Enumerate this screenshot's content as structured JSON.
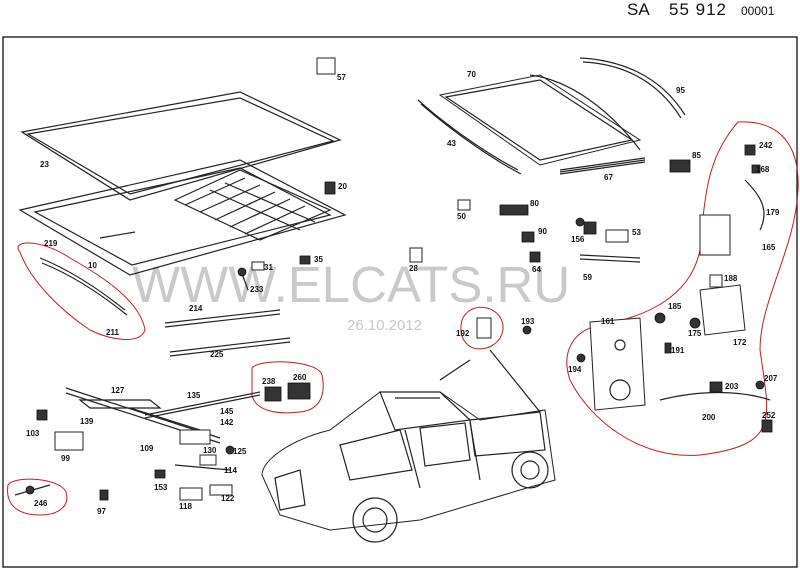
{
  "header": {
    "prefix": "SA",
    "number": "55 912",
    "sheet": "00001"
  },
  "watermark": {
    "site": "WWW.ELCATS.RU",
    "date": "26.10.2012"
  },
  "colors": {
    "line": "#222222",
    "highlight": "#c21d1d",
    "watermark": "#c9c9c9"
  },
  "part_labels": [
    {
      "text": "57"
    },
    {
      "text": "70"
    },
    {
      "text": "95"
    },
    {
      "text": "23"
    },
    {
      "text": "20"
    },
    {
      "text": "43"
    },
    {
      "text": "85"
    },
    {
      "text": "242"
    },
    {
      "text": "168"
    },
    {
      "text": "67"
    },
    {
      "text": "179"
    },
    {
      "text": "80"
    },
    {
      "text": "50"
    },
    {
      "text": "90"
    },
    {
      "text": "53"
    },
    {
      "text": "156"
    },
    {
      "text": "165"
    },
    {
      "text": "219"
    },
    {
      "text": "10"
    },
    {
      "text": "31"
    },
    {
      "text": "35"
    },
    {
      "text": "28"
    },
    {
      "text": "64"
    },
    {
      "text": "59"
    },
    {
      "text": "188"
    },
    {
      "text": "233"
    },
    {
      "text": "214"
    },
    {
      "text": "211"
    },
    {
      "text": "192"
    },
    {
      "text": "193"
    },
    {
      "text": "185"
    },
    {
      "text": "161"
    },
    {
      "text": "175"
    },
    {
      "text": "172"
    },
    {
      "text": "225"
    },
    {
      "text": "191"
    },
    {
      "text": "194"
    },
    {
      "text": "238"
    },
    {
      "text": "260"
    },
    {
      "text": "127"
    },
    {
      "text": "203"
    },
    {
      "text": "207"
    },
    {
      "text": "135"
    },
    {
      "text": "145"
    },
    {
      "text": "142"
    },
    {
      "text": "200"
    },
    {
      "text": "252"
    },
    {
      "text": "103"
    },
    {
      "text": "139"
    },
    {
      "text": "109"
    },
    {
      "text": "130"
    },
    {
      "text": "125"
    },
    {
      "text": "99"
    },
    {
      "text": "114"
    },
    {
      "text": "153"
    },
    {
      "text": "122"
    },
    {
      "text": "246"
    },
    {
      "text": "118"
    },
    {
      "text": "97"
    }
  ]
}
